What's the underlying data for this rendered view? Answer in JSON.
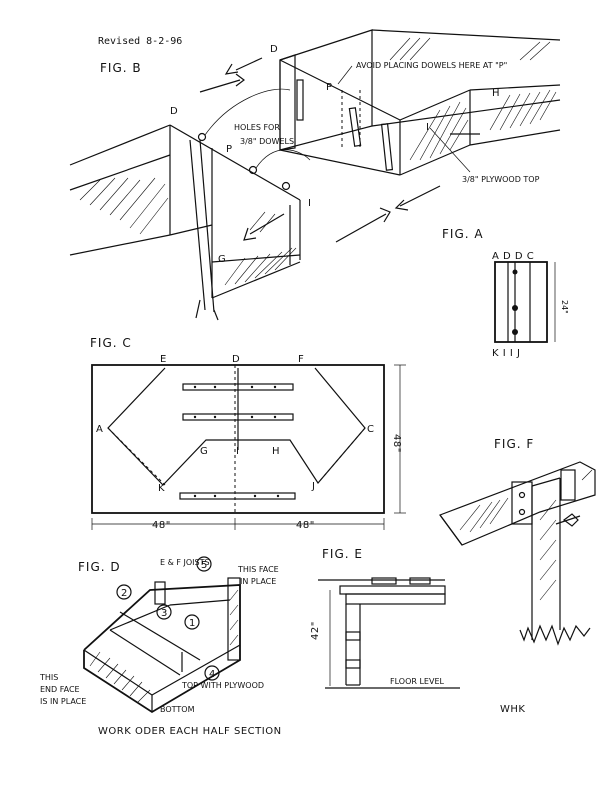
{
  "header": {
    "revised": "Revised 8-2-96"
  },
  "fig_b": {
    "title": "FIG. B",
    "avoid_note": "AVOID PLACING DOWELS HERE AT \"P\"",
    "holes_line1": "HOLES FOR",
    "holes_line2": "3/8\" DOWELS",
    "plywood_top": "3/8\" PLYWOOD TOP",
    "label_d1": "D",
    "label_d2": "D",
    "label_p1": "P",
    "label_p2": "P",
    "label_i1": "I",
    "label_i2": "I",
    "label_h": "H",
    "label_g": "G"
  },
  "fig_a": {
    "title": "FIG. A",
    "top_labels": "A D D C",
    "bottom_labels": "K I I J",
    "dimension": "24\""
  },
  "fig_c": {
    "title": "FIG. C",
    "labels": {
      "e": "E",
      "d": "D",
      "f": "F",
      "a": "A",
      "c": "C",
      "g": "G",
      "i": "I",
      "h": "H",
      "k": "K",
      "j": "J"
    },
    "dim_left": "48\"",
    "dim_right": "48\"",
    "dim_height": "48\""
  },
  "fig_f": {
    "title": "FIG. F"
  },
  "fig_d": {
    "title": "FIG. D",
    "joists": "E & F JOISTS",
    "this_face_1": "THIS FACE",
    "this_face_2": "IN PLACE",
    "end_face_1": "THIS",
    "end_face_2": "END FACE",
    "end_face_3": "IS IN PLACE",
    "top_note": "TOP WITH PLYWOOD",
    "bottom": "BOTTOM",
    "n1": "1",
    "n2": "2",
    "n3": "3",
    "n4": "4",
    "n5": "5",
    "work_order": "WORK ODER EACH HALF SECTION"
  },
  "fig_e": {
    "title": "FIG. E",
    "height": "42\"",
    "floor_level": "FLOOR LEVEL"
  },
  "signature": "WHK"
}
